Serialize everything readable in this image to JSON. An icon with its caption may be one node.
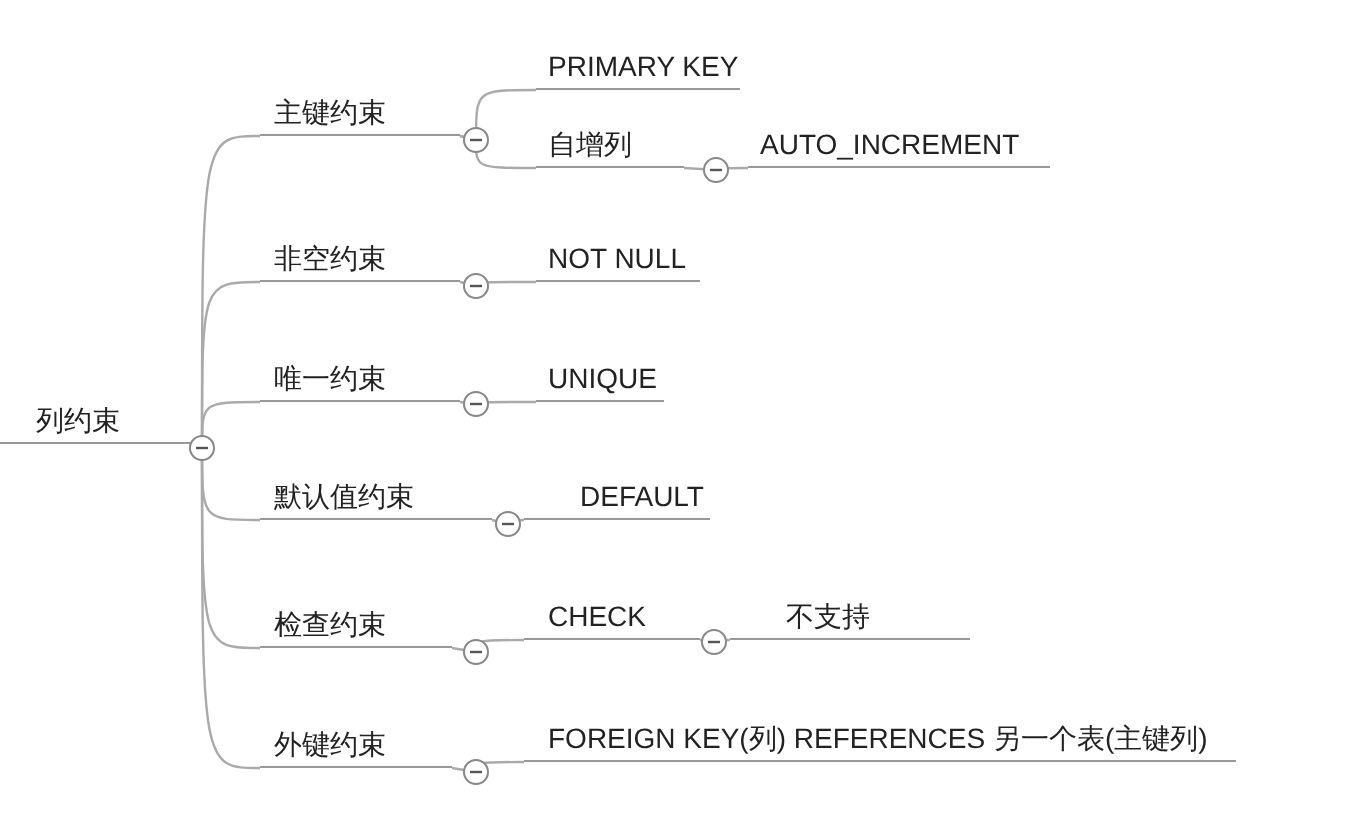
{
  "diagram": {
    "nodes": [
      {
        "text": [
          "列约束"
        ]
      },
      {
        "text": [
          "主键约束"
        ]
      },
      {
        "text": [
          "PRIMARY KEY"
        ]
      },
      {
        "text": [
          "自增列"
        ]
      },
      {
        "text": [
          "AUTO_INCREMENT"
        ]
      },
      {
        "text": [
          "非空约束"
        ]
      },
      {
        "text": [
          "NOT NULL"
        ]
      },
      {
        "text": [
          "唯一约束"
        ]
      },
      {
        "text": [
          "UNIQUE"
        ]
      },
      {
        "text": [
          "默认值约束"
        ]
      },
      {
        "text": [
          "DEFAULT"
        ]
      },
      {
        "text": [
          "检查约束"
        ]
      },
      {
        "text": [
          "CHECK"
        ]
      },
      {
        "text": [
          "不支持"
        ]
      },
      {
        "text": [
          "外键约束"
        ]
      },
      {
        "text": [
          "FOREIGN KEY(列) REFERENCES 另一个表(主键列)"
        ]
      }
    ],
    "edges": [
      {
        "from": 0,
        "to": 1,
        "arrow": "none"
      },
      {
        "from": 1,
        "to": 2,
        "arrow": "none"
      },
      {
        "from": 1,
        "to": 3,
        "arrow": "none"
      },
      {
        "from": 3,
        "to": 4,
        "arrow": "none"
      },
      {
        "from": 0,
        "to": 5,
        "arrow": "none"
      },
      {
        "from": 5,
        "to": 6,
        "arrow": "none"
      },
      {
        "from": 0,
        "to": 7,
        "arrow": "none"
      },
      {
        "from": 7,
        "to": 8,
        "arrow": "none"
      },
      {
        "from": 0,
        "to": 9,
        "arrow": "none"
      },
      {
        "from": 9,
        "to": 10,
        "arrow": "none"
      },
      {
        "from": 0,
        "to": 11,
        "arrow": "none"
      },
      {
        "from": 11,
        "to": 12,
        "arrow": "none"
      },
      {
        "from": 12,
        "to": 13,
        "arrow": "none"
      },
      {
        "from": 0,
        "to": 14,
        "arrow": "none"
      },
      {
        "from": 14,
        "to": 15,
        "arrow": "none"
      }
    ]
  }
}
